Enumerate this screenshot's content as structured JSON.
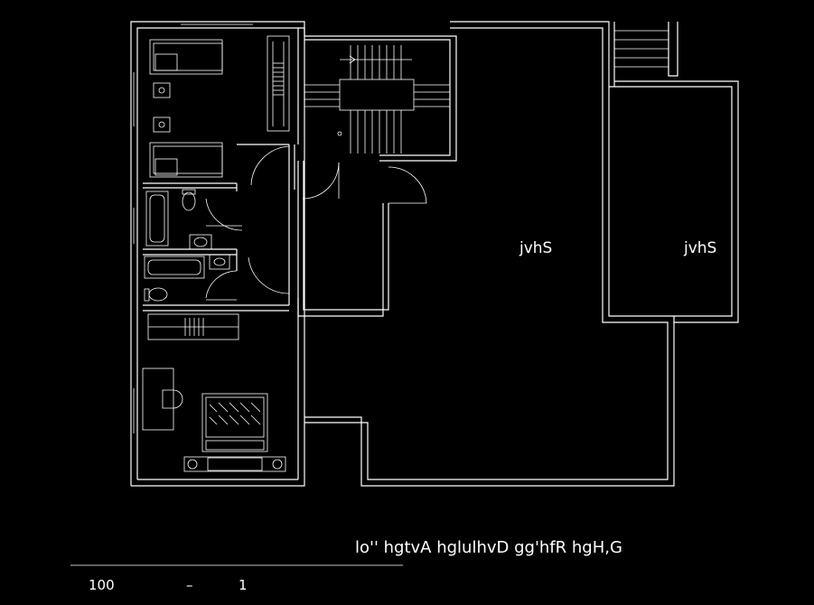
{
  "colors": {
    "background": "#000000",
    "lines": "#ffffff"
  },
  "labels": {
    "room_a": "jvhS",
    "room_b": "jvhS",
    "title": "lo'' hgtvA hglulhvD gg'hfR hgH,G",
    "scale_left": "100",
    "scale_mid": "1",
    "scale_dash": "–"
  }
}
